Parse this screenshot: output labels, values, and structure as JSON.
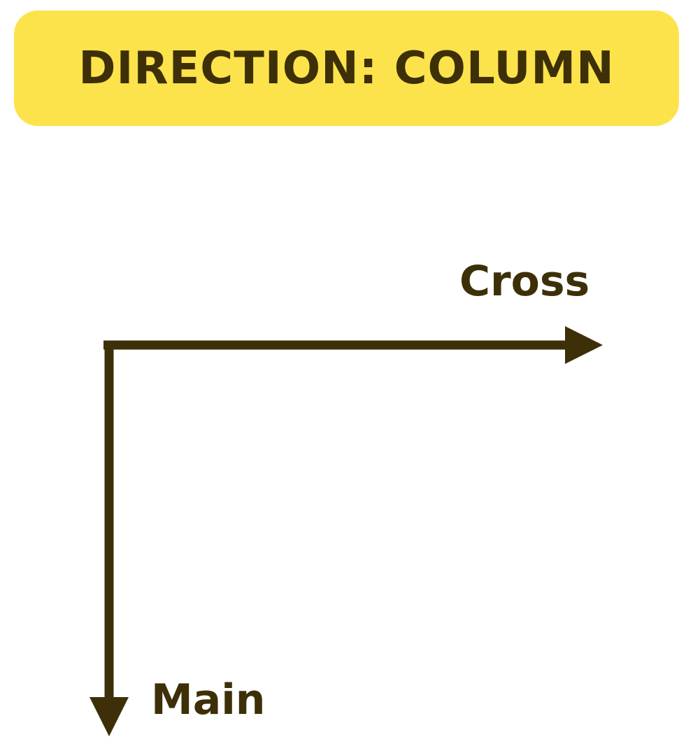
{
  "title": {
    "text": "DIRECTION: COLUMN"
  },
  "axes": {
    "cross_label": "Cross",
    "main_label": "Main"
  },
  "colors": {
    "banner_background": "#fde34b",
    "ink": "#3d2f08",
    "background": "#ffffff"
  }
}
